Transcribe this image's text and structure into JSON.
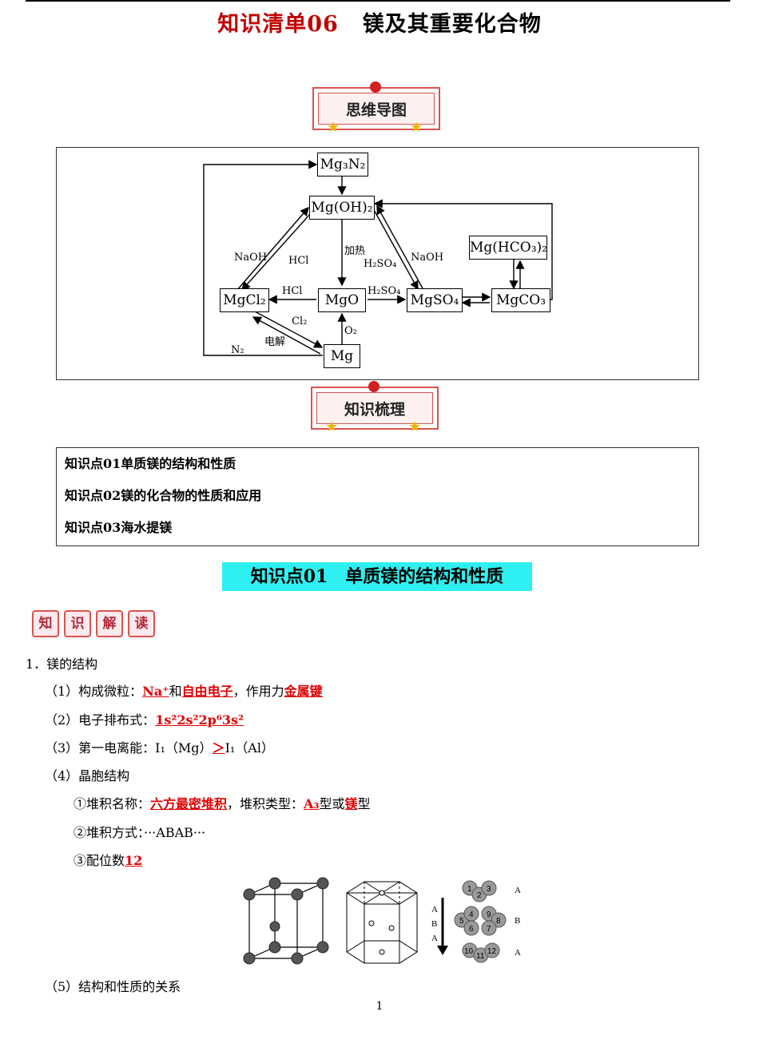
{
  "header": {
    "title_red": "知识清单06",
    "title_black": "镁及其重要化合物"
  },
  "banners": {
    "mindmap": "思维导图",
    "knowledge": "知识梳理"
  },
  "mindmap": {
    "nodes": {
      "mg3n2": "Mg₃N₂",
      "mgoh2": "Mg(OH)₂",
      "mgcl2": "MgCl₂",
      "mgo": "MgO",
      "mgso4": "MgSO₄",
      "mghco3": "Mg(HCO₃)₂",
      "mgco3": "MgCO₃",
      "mg": "Mg"
    },
    "labels": {
      "naoh_left": "NaOH",
      "hcl_left": "HCl",
      "heat": "加热",
      "h2so4_mid": "H₂SO₄",
      "naoh_right": "NaOH",
      "hcl_mid": "HCl",
      "h2so4_right": "H₂SO₄",
      "cl2": "Cl₂",
      "electrolysis": "电解",
      "o2": "O₂",
      "n2": "N₂"
    }
  },
  "knowledge_points": [
    "知识点01单质镁的结构和性质",
    "知识点02镁的化合物的性质和应用",
    "知识点03海水提镁"
  ],
  "section_title": "知识点01　单质镁的结构和性质",
  "badge": [
    "知",
    "识",
    "解",
    "读"
  ],
  "content": {
    "h1": "1．镁的结构",
    "l1_prefix": "（1）构成微粒：",
    "l1_a1": "Na⁺",
    "l1_mid": "和",
    "l1_a2": "自由电子",
    "l1_mid2": "，作用力",
    "l1_a3": "金属键",
    "l2_prefix": "（2）电子排布式：",
    "l2_a": "1s²2s²2p⁶3s²",
    "l3_prefix": "（3）第一电离能：I₁（Mg）",
    "l3_a": "＞",
    "l3_suffix": "I₁（Al）",
    "l4": "（4）晶胞结构",
    "l5_prefix": "①堆积名称：",
    "l5_a1": "六方最密堆积",
    "l5_mid": "，堆积类型：",
    "l5_a2": "A₃",
    "l5_mid2": "型或",
    "l5_a3": "镁",
    "l5_suffix": "型",
    "l6": "②堆积方式：···ABAB···",
    "l7_prefix": "③配位数",
    "l7_a": "12",
    "l8": "（5）结构和性质的关系"
  },
  "crystal_labels": {
    "layers_right": [
      "A",
      "B",
      "A"
    ],
    "layers_left": [
      "A",
      "B",
      "A"
    ],
    "spheres": [
      "1",
      "2",
      "3",
      "4",
      "5",
      "6",
      "7",
      "8",
      "9",
      "10",
      "11",
      "12"
    ]
  },
  "page_number": "1"
}
